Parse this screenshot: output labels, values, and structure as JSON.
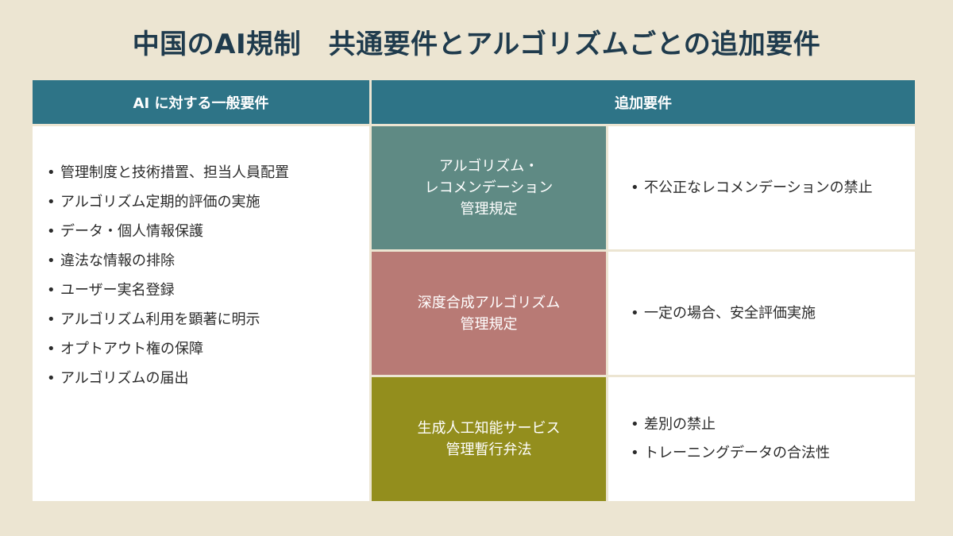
{
  "title": "中国のAI規制　共通要件とアルゴリズムごとの追加要件",
  "headers": {
    "general": "AI に対する一般要件",
    "additional": "追加要件"
  },
  "general_requirements": [
    "管理制度と技術措置、担当人員配置",
    "アルゴリズム定期的評価の実施",
    "データ・個人情報保護",
    "違法な情報の排除",
    "ユーザー実名登録",
    "アルゴリズム利用を顕著に明示",
    "オプトアウト権の保障",
    "アルゴリズムの届出"
  ],
  "regulations": [
    {
      "name": "アルゴリズム・\nレコメンデーション\n管理規定",
      "color": "#5f8a84",
      "requirements": [
        "不公正なレコメンデーションの禁止"
      ]
    },
    {
      "name": "深度合成アルゴリズム\n管理規定",
      "color": "#b87a75",
      "requirements": [
        "一定の場合、安全評価実施"
      ]
    },
    {
      "name": "生成人工知能サービス\n管理暫行弁法",
      "color": "#938e1d",
      "requirements": [
        "差別の禁止",
        "トレーニングデータの合法性"
      ]
    }
  ],
  "colors": {
    "background": "#ece5d2",
    "header": "#2e7487",
    "title": "#1f3b4d"
  }
}
